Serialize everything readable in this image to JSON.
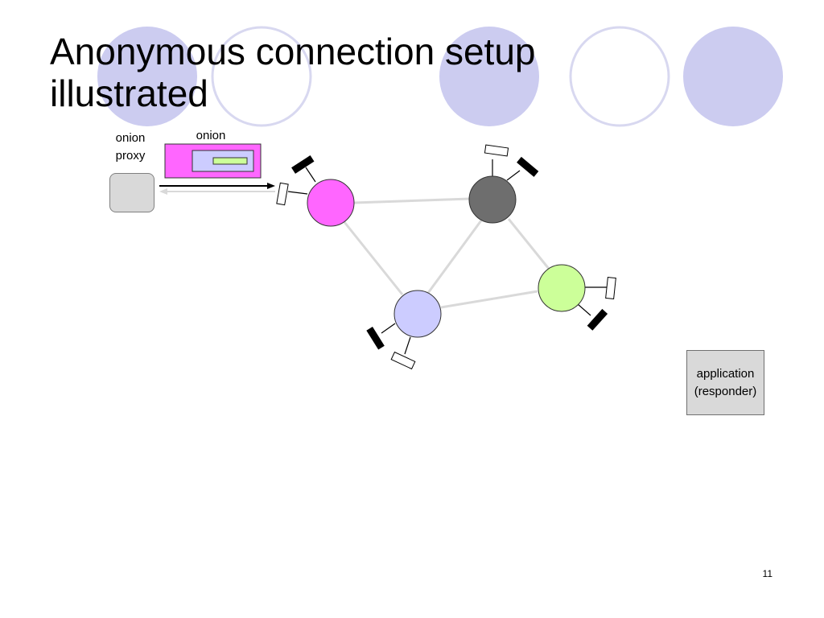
{
  "slide": {
    "title_line1": "Anonymous connection setup",
    "title_line2": "illustrated",
    "page_number": "11"
  },
  "labels": {
    "onion": "onion",
    "proxy_line1": "onion",
    "proxy_line2": "proxy",
    "app_line1": "application",
    "app_line2": "(responder)"
  },
  "colors": {
    "title_circles": "#ccccf0",
    "title_circle_outline": "#d8d8f0",
    "router_pink": "#ff66ff",
    "router_gray": "#6e6e6e",
    "router_green": "#ccff99",
    "router_lavender": "#ccccff",
    "onion_outer": "#ff66ff",
    "onion_middle": "#ccccff",
    "onion_inner": "#ccff99",
    "links": "#d9d9d9",
    "proxy_box": "#d9d9d9"
  },
  "routers": [
    {
      "id": "router-pink",
      "color": "#ff66ff"
    },
    {
      "id": "router-gray",
      "color": "#6e6e6e"
    },
    {
      "id": "router-green",
      "color": "#ccff99"
    },
    {
      "id": "router-lavender",
      "color": "#ccccff"
    }
  ]
}
